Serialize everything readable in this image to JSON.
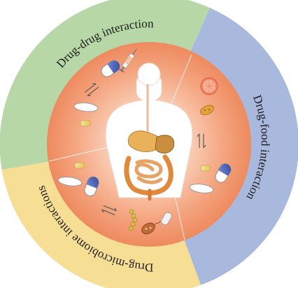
{
  "diagram": {
    "segments": [
      {
        "label": "Drug-drug interaction",
        "color": "#b7d8a6"
      },
      {
        "label": "Drug-food interaction",
        "color": "#a9b8dd"
      },
      {
        "label": "Drug-microbiome interactions",
        "color": "#f6df95"
      }
    ],
    "icons": {
      "capsule": "capsule-icon",
      "tablet": "tablet-icon",
      "syringe": "syringe-icon",
      "grapefruit": "grapefruit-icon",
      "food": "food-icon",
      "bacteria": "bacteria-icon",
      "body": "human-torso-icon",
      "exchange": "bidirectional-arrows-icon"
    },
    "colors": {
      "inner_center": "#fff3ec",
      "inner_edge": "#ef8e62",
      "capsule_blue": "#4a63b3",
      "outline": "#7a7a7a"
    }
  }
}
